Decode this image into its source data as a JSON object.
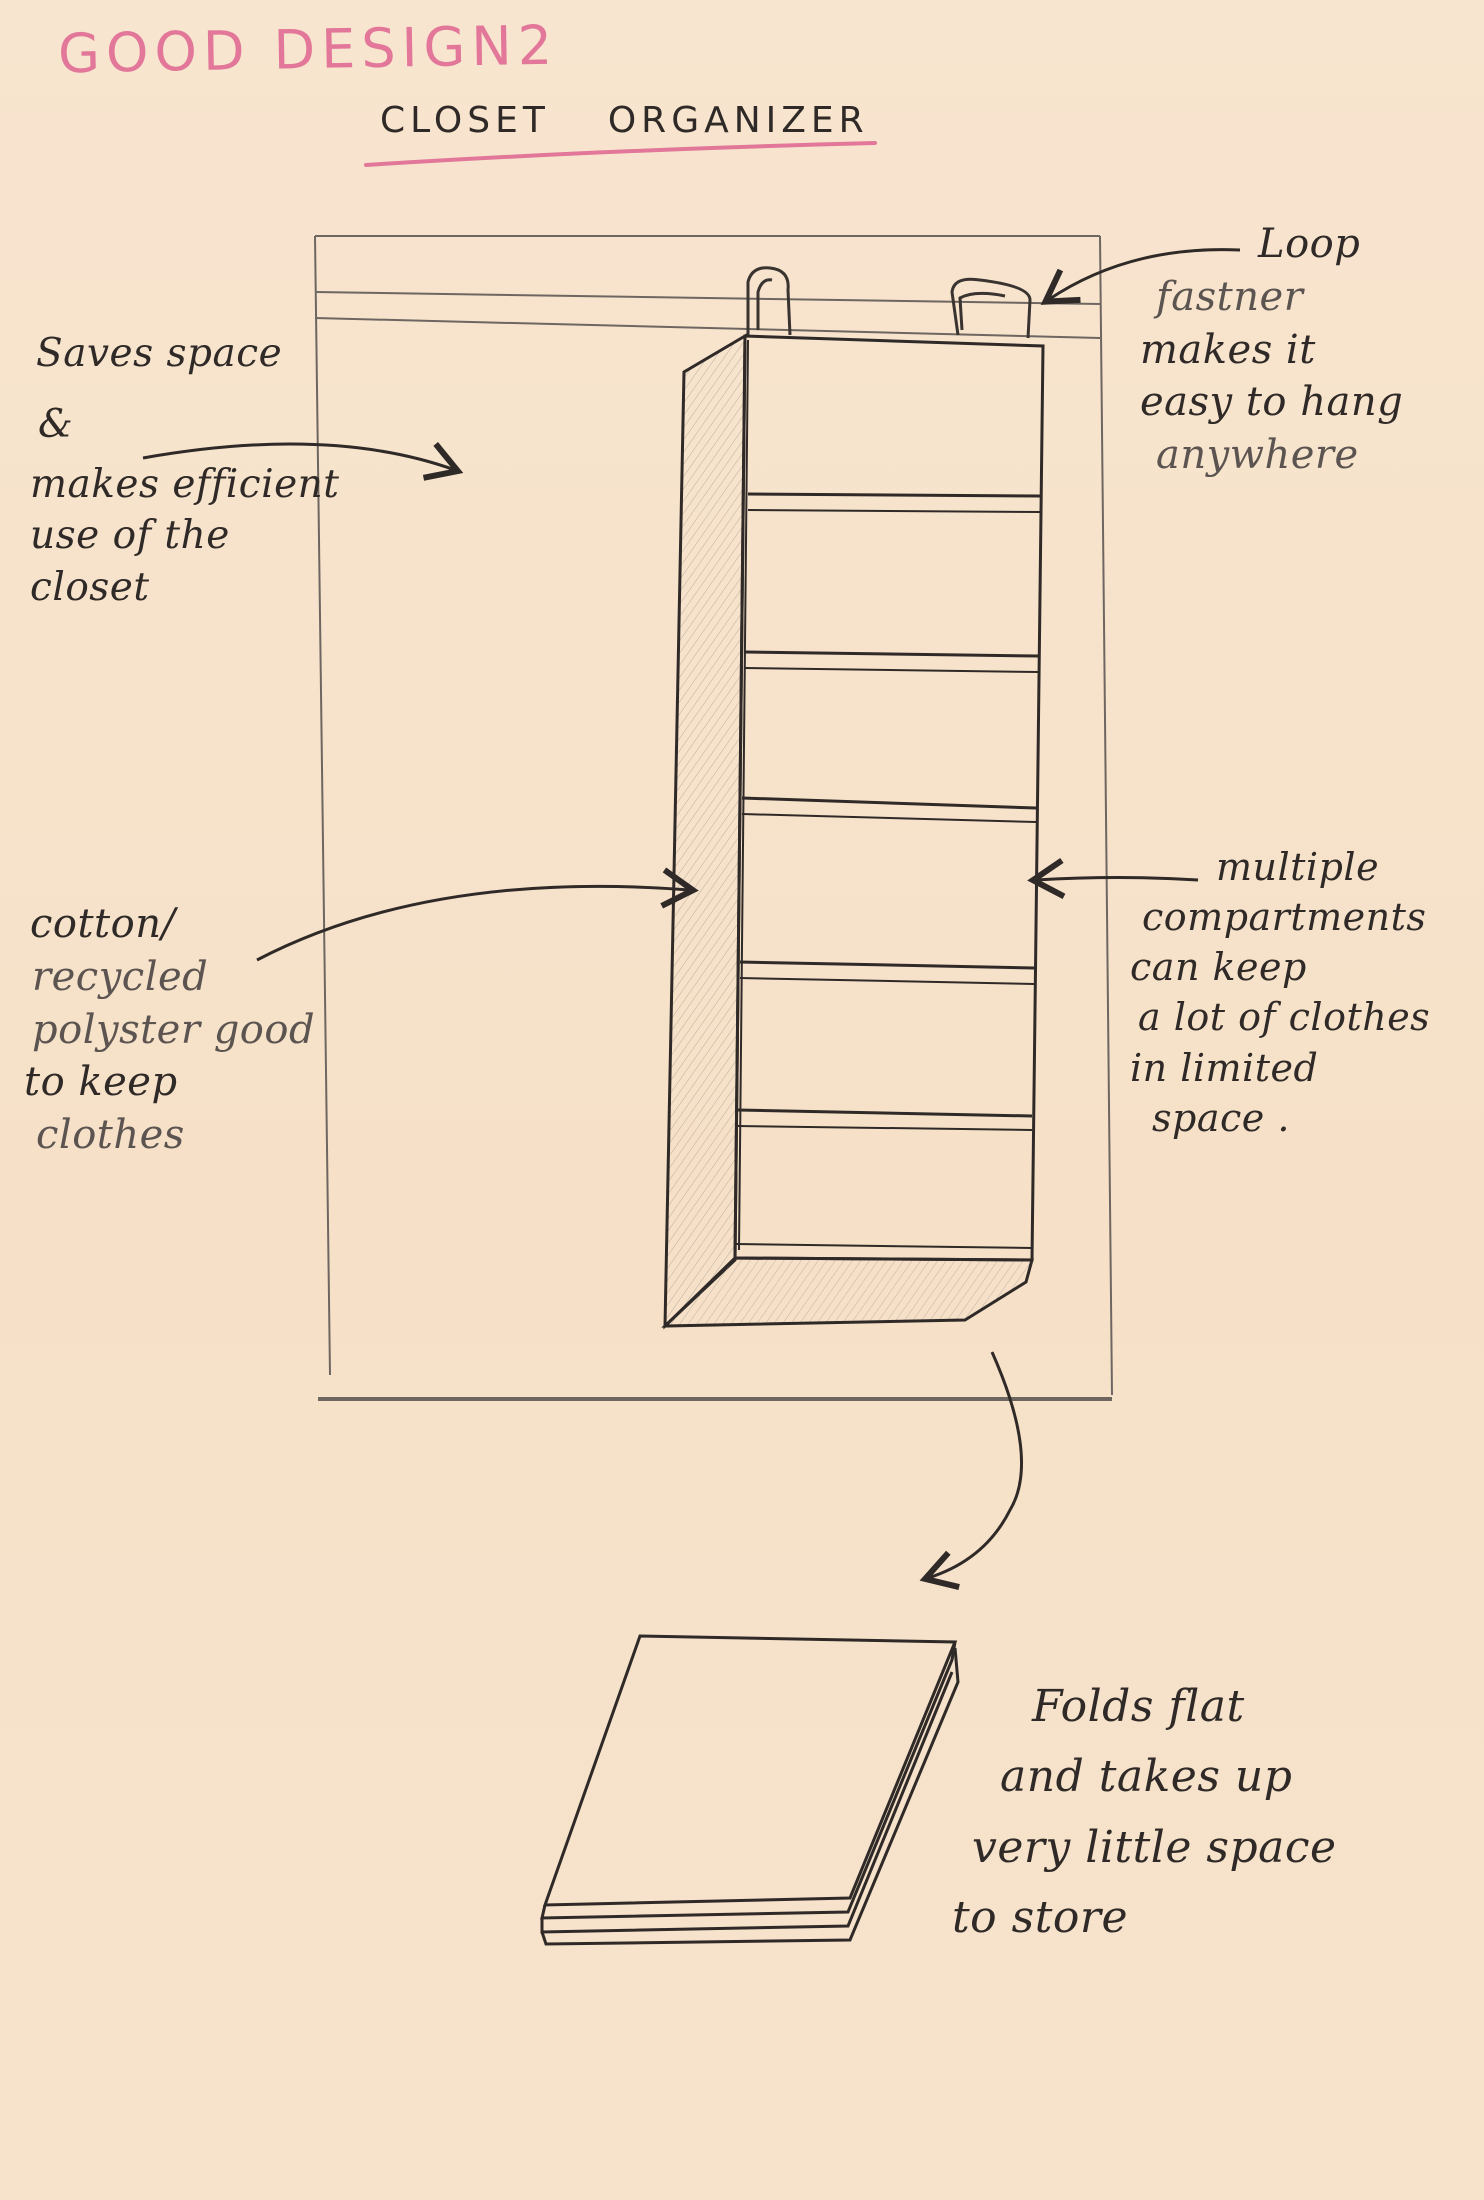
{
  "header": {
    "title": "GOOD DESIGN2",
    "subtitle_part1": "CLOSET",
    "subtitle_part2": "ORGANIZER"
  },
  "annotations": {
    "saves_space": [
      "Saves space",
      "&",
      "makes efficient",
      "use of the",
      "closet"
    ],
    "loop_fastener": [
      "Loop",
      "fastner",
      "makes it",
      "easy to hang",
      "anywhere"
    ],
    "material": [
      "cotton/",
      "recycled",
      "polyster good",
      "to keep",
      "clothes"
    ],
    "compartments": [
      "multiple",
      "compartments",
      "can keep",
      "a lot of clothes",
      "in limited",
      "space ."
    ],
    "folds_flat": [
      "Folds flat",
      "and takes up",
      "very little space",
      "to store"
    ]
  },
  "colors": {
    "paper": "#f7e3cb",
    "ink": "#2f2a27",
    "pencil": "#5b5450",
    "title_pink": "#e2779a"
  }
}
